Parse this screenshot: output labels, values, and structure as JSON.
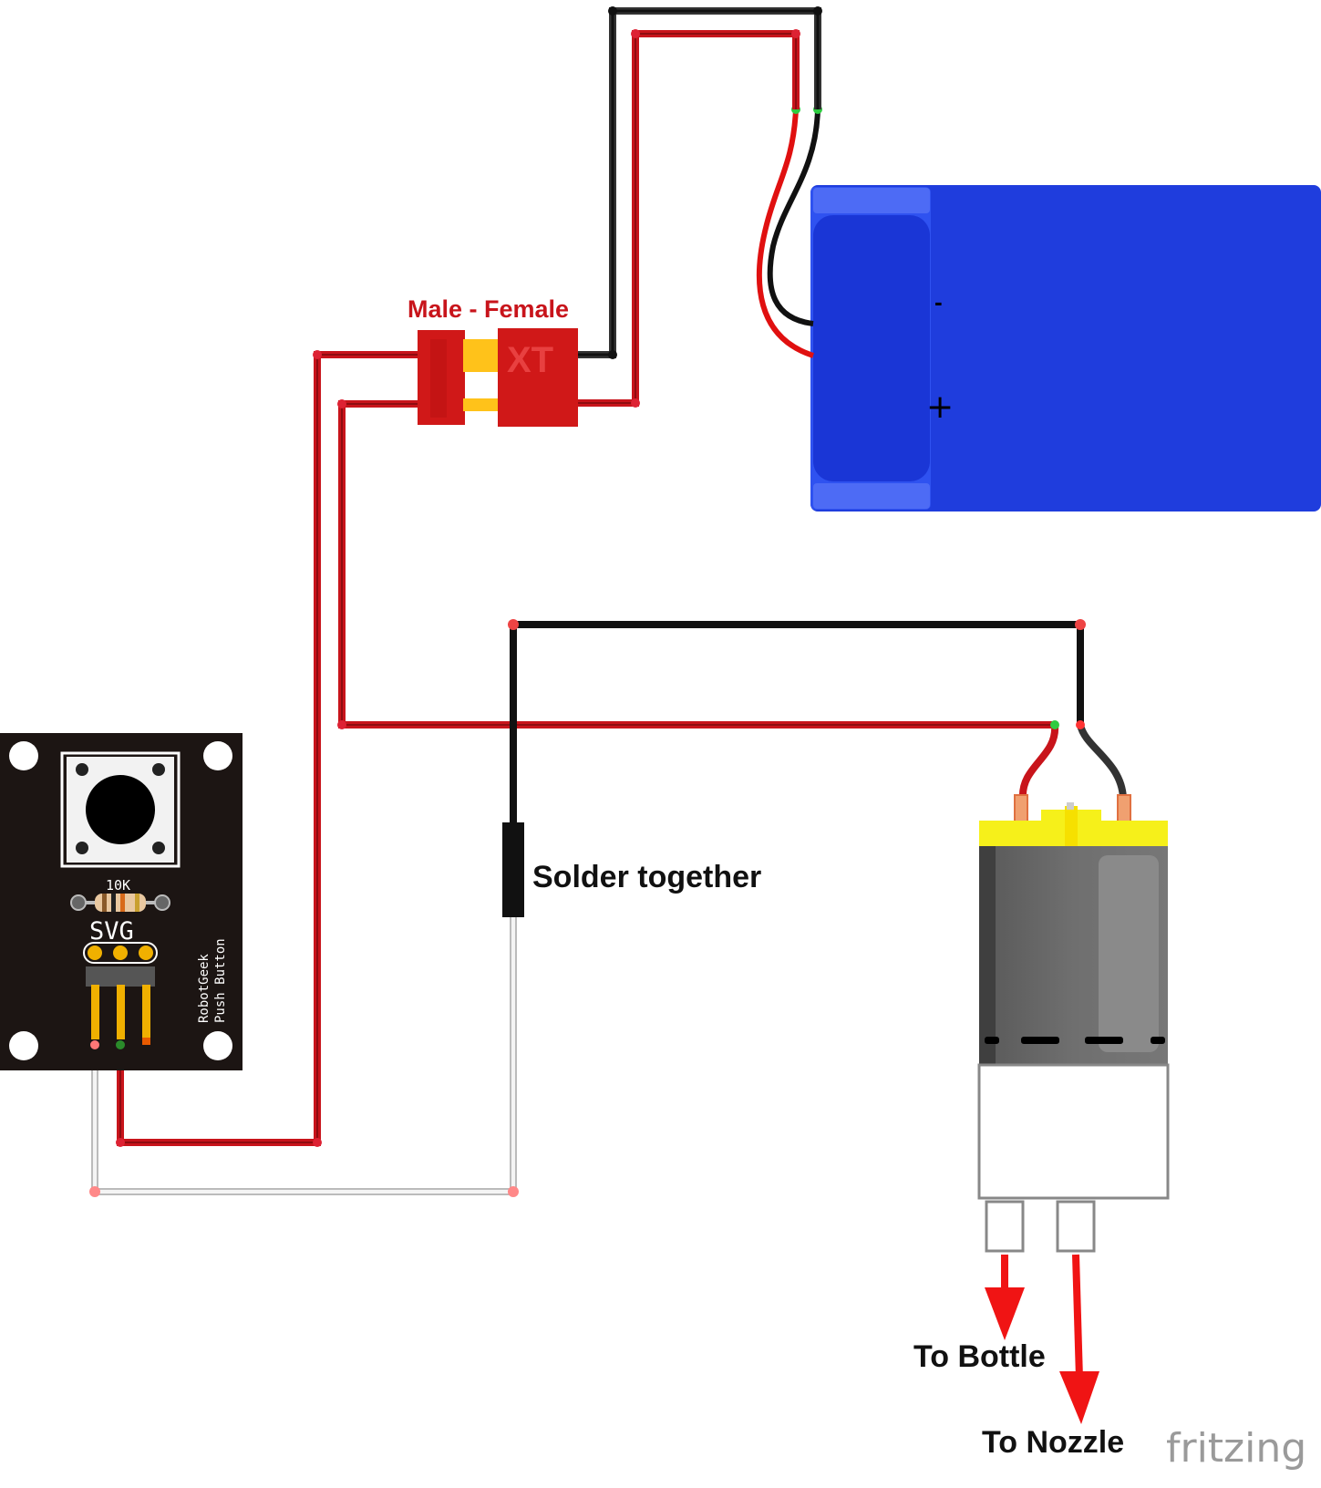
{
  "labels": {
    "connector": "Male - Female",
    "connector_mark": "XT",
    "solder": "Solder together",
    "to_bottle": "To Bottle",
    "to_nozzle": "To Nozzle",
    "logo": "fritzing"
  },
  "battery": {
    "minus": "-",
    "plus": "+"
  },
  "button_board": {
    "resistor": "10K",
    "pins": "SVG",
    "name_line1": "RobotGeek",
    "name_line2": "Push Button"
  },
  "colors": {
    "wire_red": "#c8141b",
    "wire_black": "#222222",
    "wire_white": "#cfcfcf",
    "label_red": "#c8141b",
    "battery_blue": "#1f3ddd",
    "motor_yellow": "#f6f01a",
    "arrow_red": "#f01414",
    "logo_gray": "#9a9a9a"
  }
}
